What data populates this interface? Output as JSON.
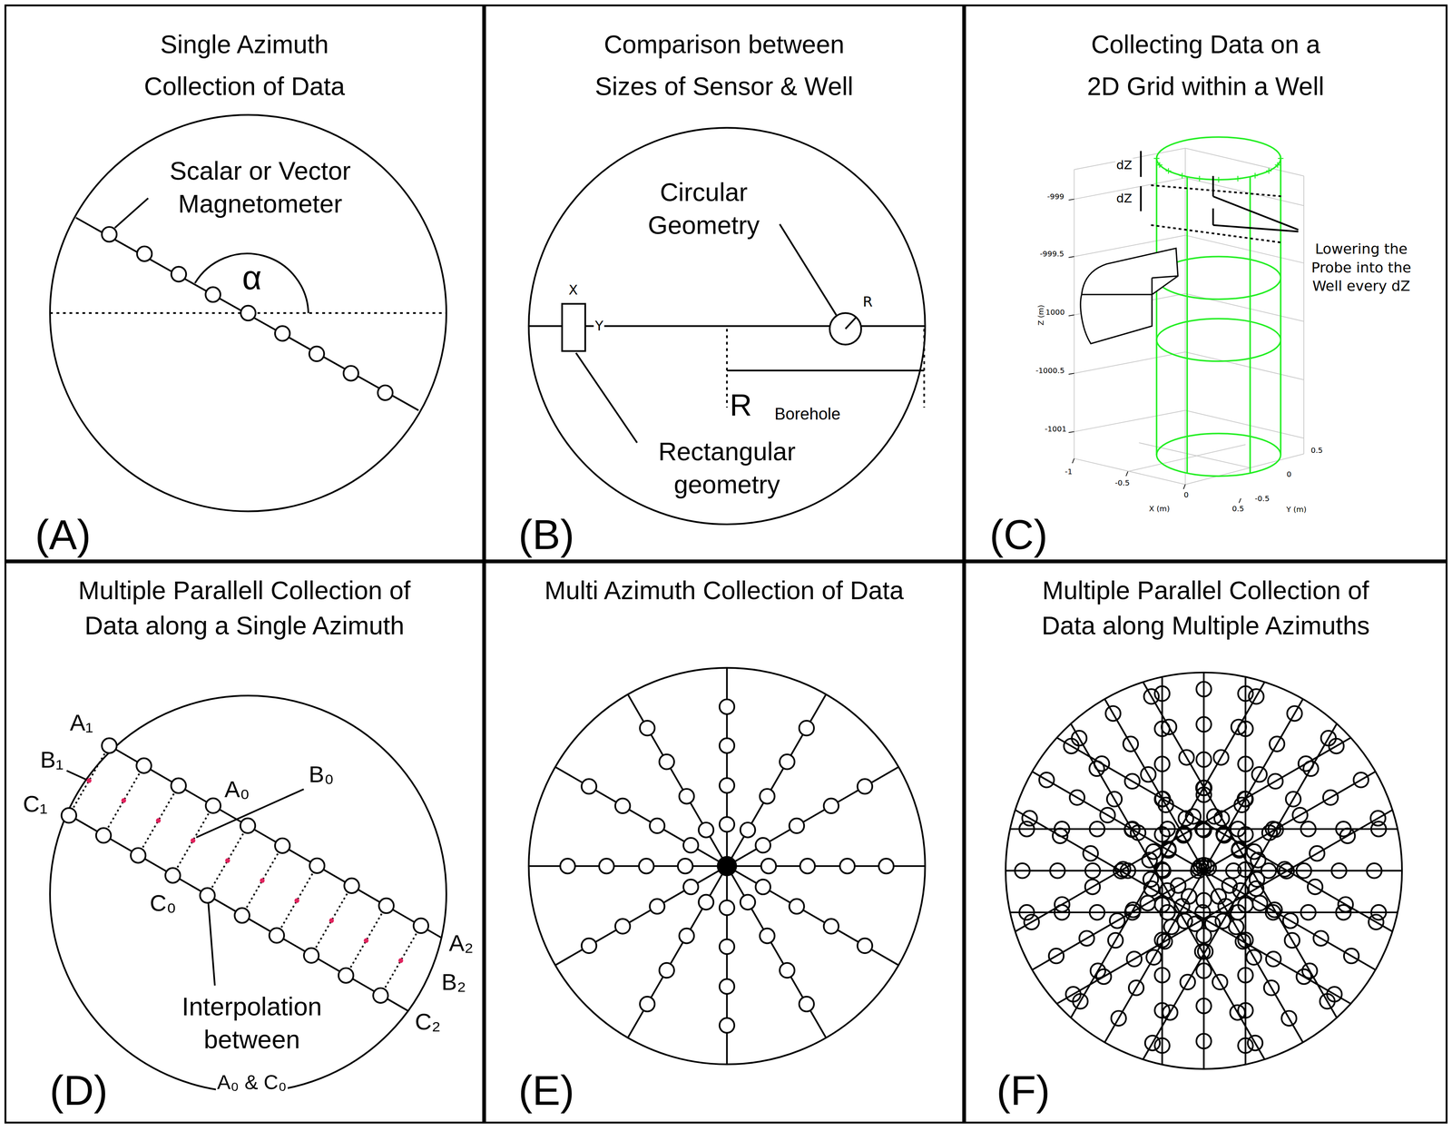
{
  "diagram": {
    "nodes": [
      {
        "text": [
          "Single Azimuth Collection of Data",
          "(A)"
        ]
      },
      {
        "text": [
          "Comparison between Sizes of Sensor & Well",
          "(B)"
        ]
      },
      {
        "text": [
          "Collecting Data on a 2D Grid within a Well",
          "(C)"
        ]
      },
      {
        "text": [
          "Multiple Parallell Collection of Data along a Single Azimuth",
          "(D)"
        ]
      },
      {
        "text": [
          "Multi Azimuth Collection of Data",
          "(E)"
        ]
      },
      {
        "text": [
          "Multiple Parallel Collection of Data along Multiple Azimuths",
          "(F)"
        ]
      }
    ],
    "labels": [
      "Scalar or Vector Magnetometer",
      "α",
      "Circular Geometry",
      "R",
      "X",
      "Y",
      "R",
      "Borehole",
      "Rectangular geometry",
      "dZ",
      "dZ",
      "Lowering the Probe into the Well every dZ",
      "-999",
      "-999.5",
      "-1000",
      "-1000.5",
      "-1001",
      "Z (m)",
      "-1",
      "-0.5",
      "0",
      "0.5",
      "X (m)",
      "0.5",
      "0",
      "-0.5",
      "Y (m)",
      "A₁",
      "B₁",
      "C₁",
      "A₀",
      "B₀",
      "C₀",
      "A₂",
      "B₂",
      "C₂",
      "Interpolation between",
      "A₀ & C₀"
    ]
  }
}
